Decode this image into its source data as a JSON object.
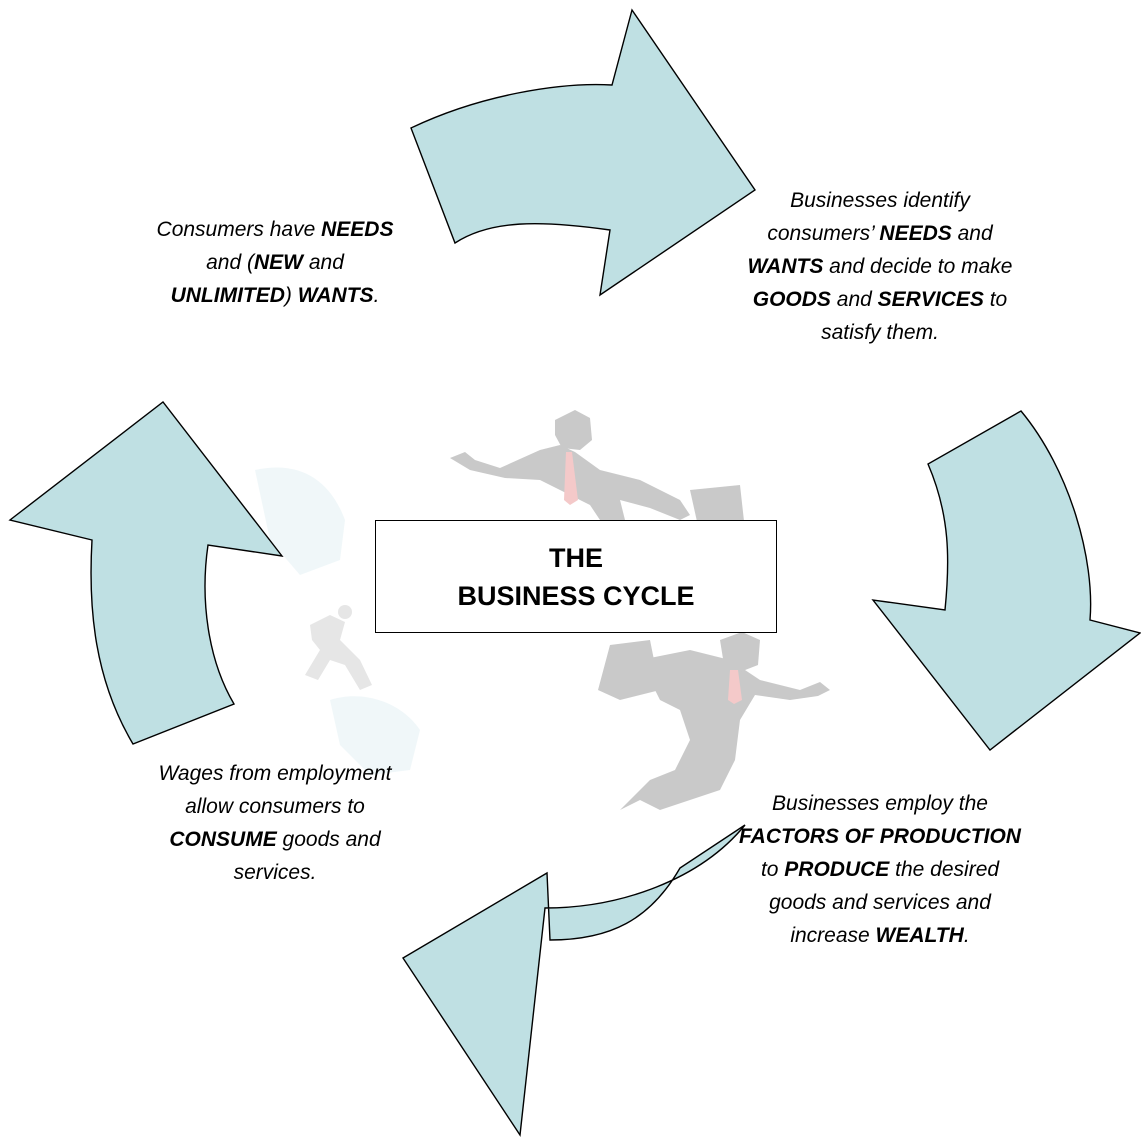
{
  "title": {
    "line1": "THE",
    "line2": "BUSINESS CYCLE"
  },
  "captions": {
    "consumers_needs": [
      {
        "text": "Consumers have ",
        "bold": false
      },
      {
        "text": "NEEDS",
        "bold": true
      },
      {
        "text": " and (",
        "bold": false
      },
      {
        "text": "NEW",
        "bold": true
      },
      {
        "text": " and ",
        "bold": false
      },
      {
        "text": "UNLIMITED",
        "bold": true
      },
      {
        "text": ") ",
        "bold": false
      },
      {
        "text": "WANTS",
        "bold": true
      },
      {
        "text": ".",
        "bold": false
      }
    ],
    "businesses_identify": [
      {
        "text": "Businesses identify consumers’ ",
        "bold": false
      },
      {
        "text": "NEEDS",
        "bold": true
      },
      {
        "text": " and ",
        "bold": false
      },
      {
        "text": "WANTS",
        "bold": true
      },
      {
        "text": " and decide to make ",
        "bold": false
      },
      {
        "text": "GOODS",
        "bold": true
      },
      {
        "text": " and ",
        "bold": false
      },
      {
        "text": "SERVICES",
        "bold": true
      },
      {
        "text": " to satisfy them.",
        "bold": false
      }
    ],
    "businesses_employ": [
      {
        "text": "Businesses employ the ",
        "bold": false
      },
      {
        "text": "FACTORS OF PRODUCTION",
        "bold": true
      },
      {
        "text": " to ",
        "bold": false
      },
      {
        "text": "PRODUCE",
        "bold": true
      },
      {
        "text": " the desired goods and services and increase ",
        "bold": false
      },
      {
        "text": "WEALTH",
        "bold": true
      },
      {
        "text": ".",
        "bold": false
      }
    ],
    "wages": [
      {
        "text": "Wages from employment allow consumers to ",
        "bold": false
      },
      {
        "text": "CONSUME",
        "bold": true
      },
      {
        "text": " goods and services.",
        "bold": false
      }
    ]
  },
  "colors": {
    "arrow_fill": "#bfe0e3",
    "arrow_stroke": "#000000",
    "figure_gray": "#c9c9c9",
    "tie": "#f4c9c9"
  }
}
